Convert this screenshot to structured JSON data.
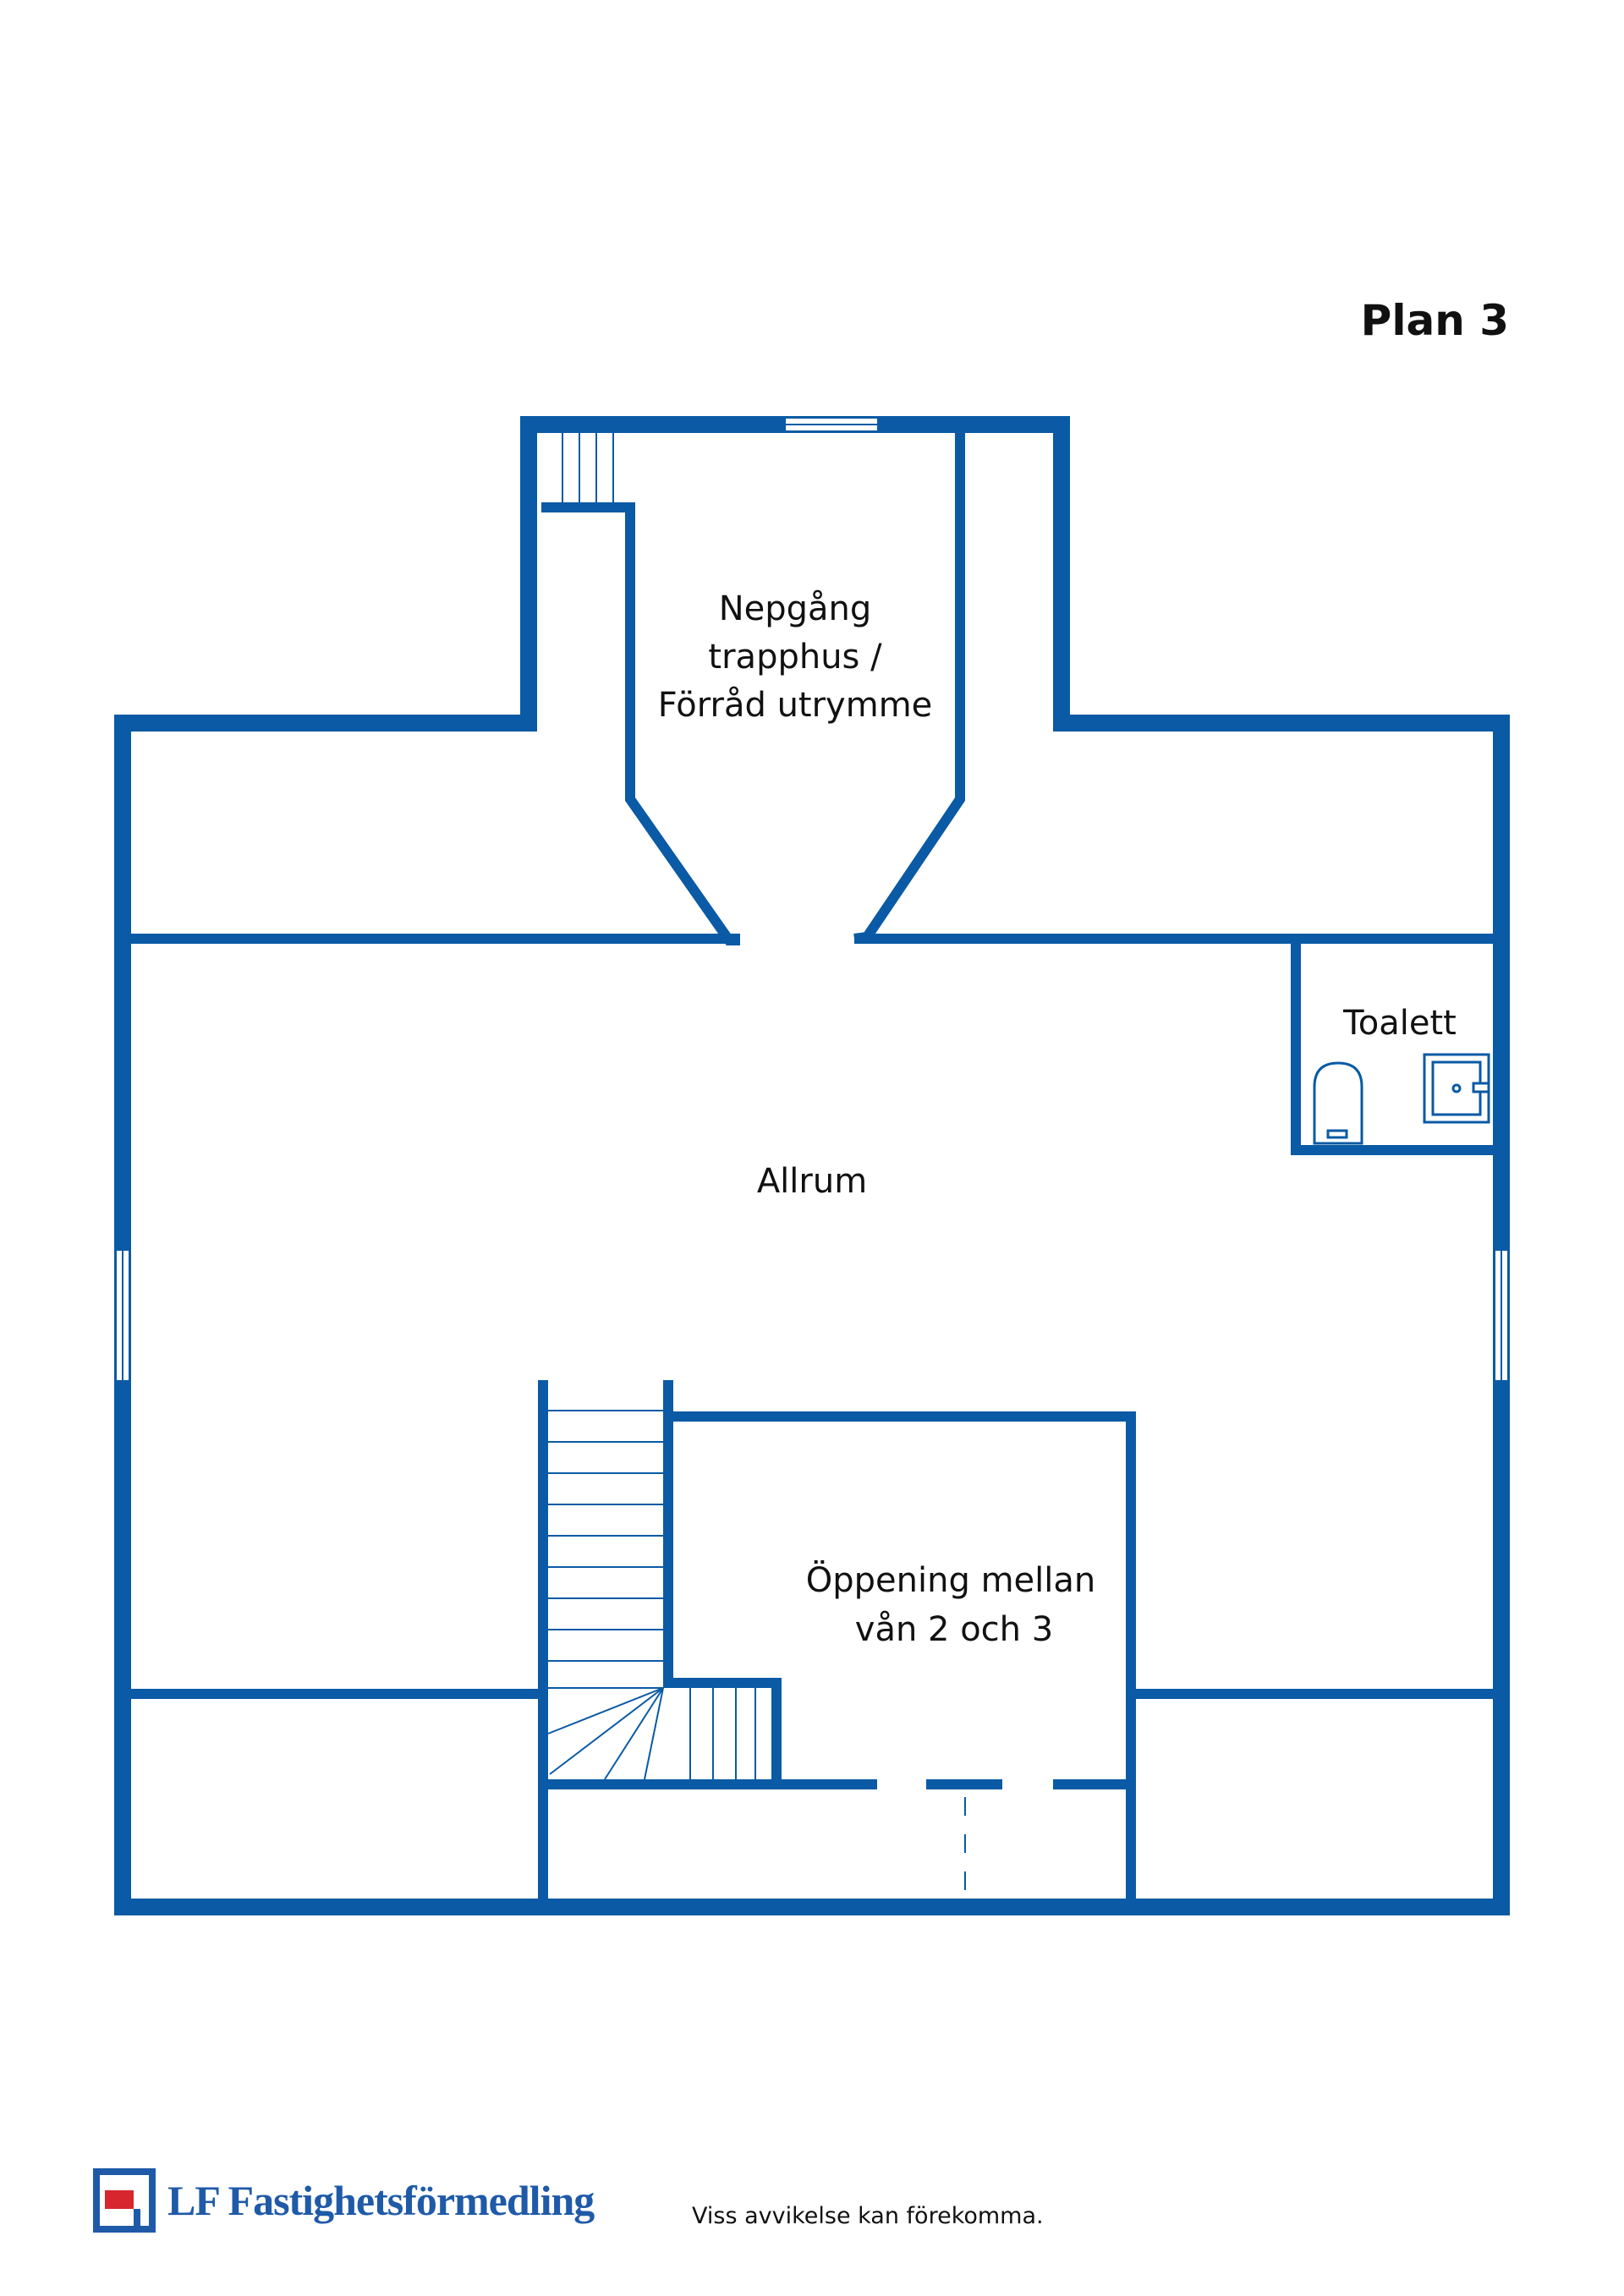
{
  "plan_title": "Plan 3",
  "rooms": {
    "nepgang_line1": "Nepgång",
    "nepgang_line2": "trapphus /",
    "nepgang_line3": "Förråd utrymme",
    "toalett": "Toalett",
    "allrum": "Allrum",
    "oppening_line1": "Öppening mellan",
    "oppening_line2": "vån 2 och 3"
  },
  "footer": {
    "brand": "LF Fastighetsförmedling",
    "disclaimer": "Viss avvikelse kan förekomma."
  },
  "colors": {
    "wall": "#0a5aa5",
    "logo_blue": "#1f5aa8",
    "logo_red": "#d7262e"
  }
}
